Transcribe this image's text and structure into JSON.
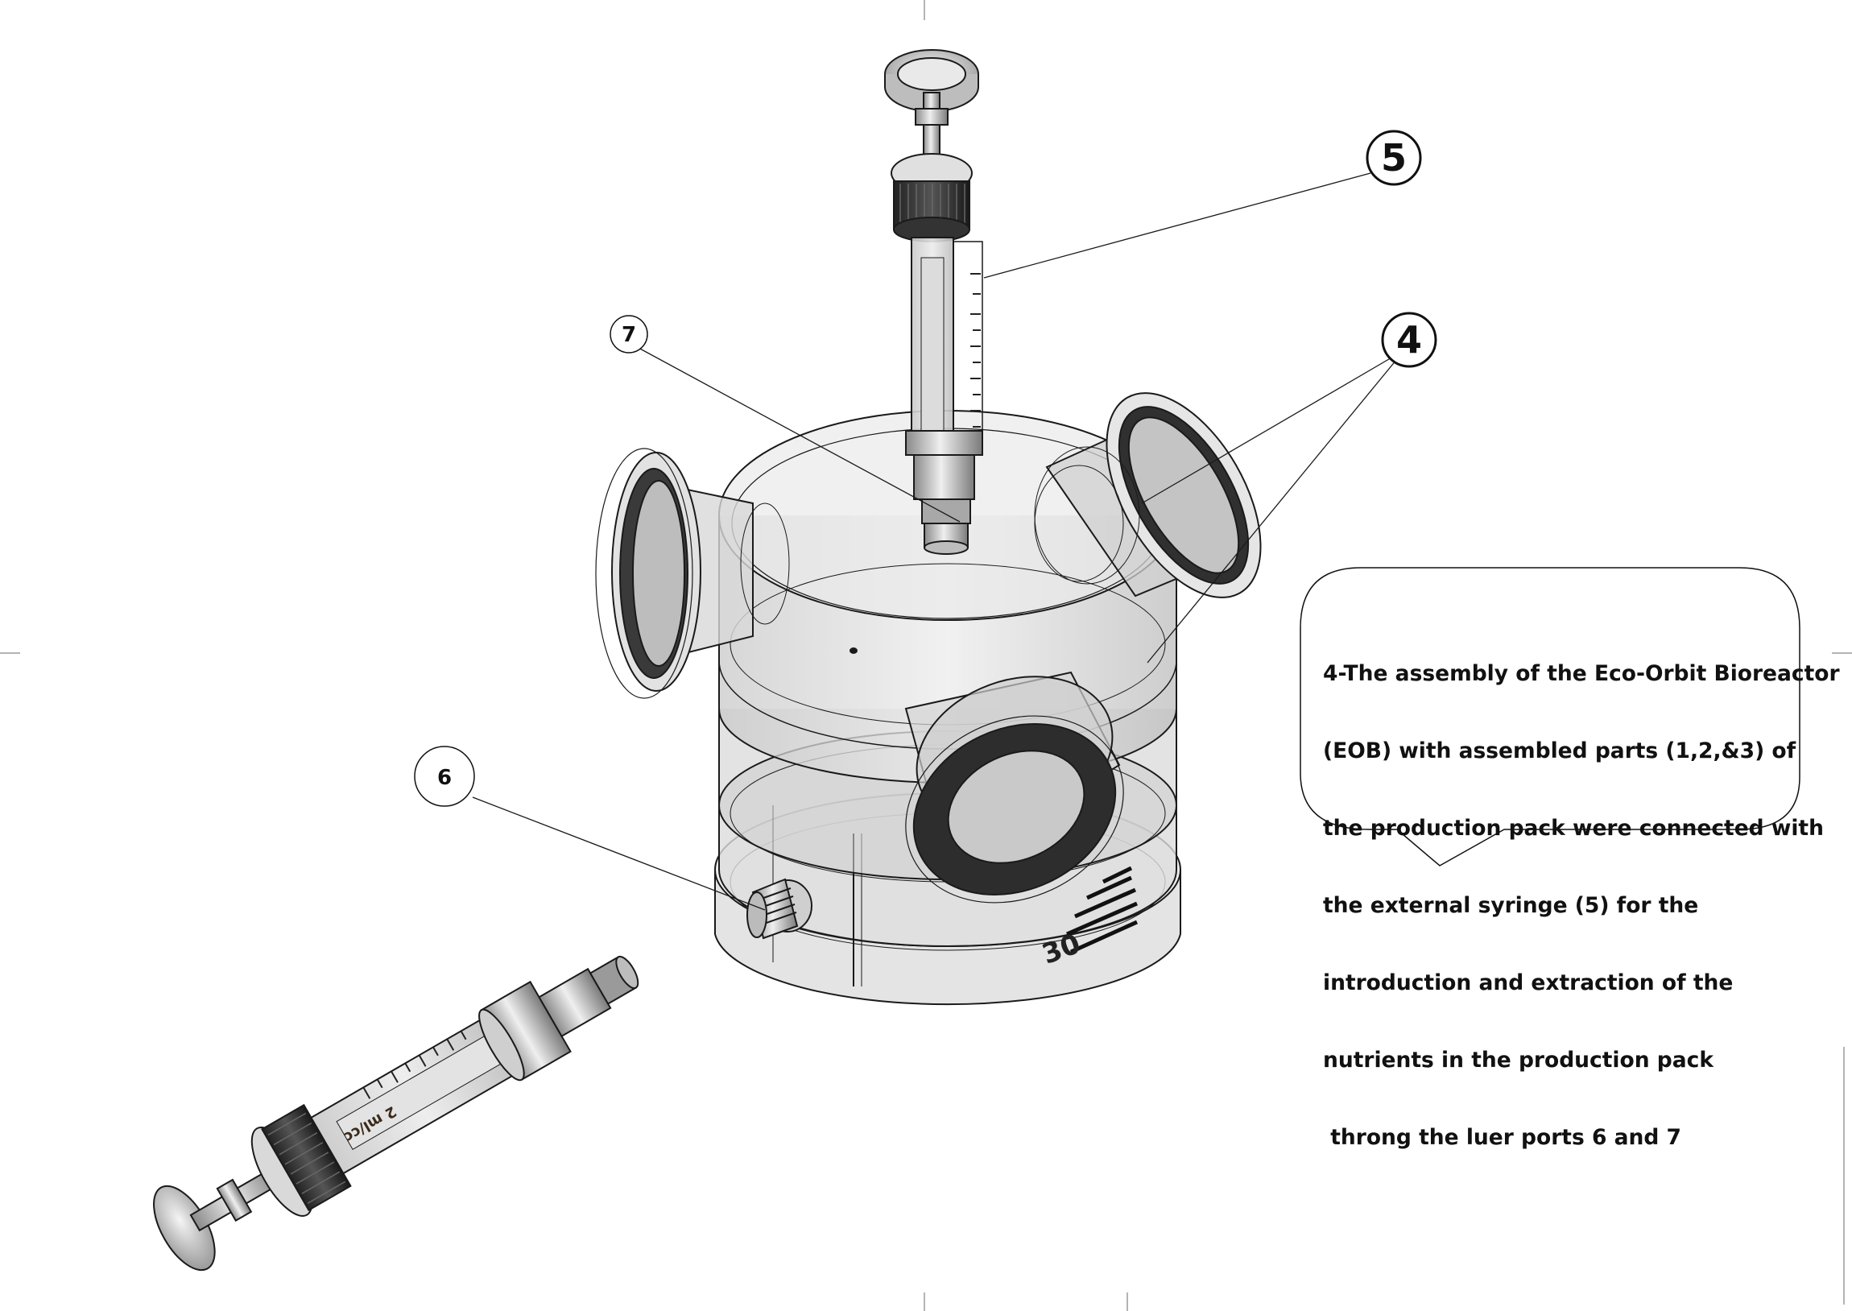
{
  "balloons": {
    "b4": "4",
    "b5": "5",
    "b6": "6",
    "b7": "7"
  },
  "annotation": {
    "lines": [
      "4-The assembly of the Eco-Orbit Bioreactor",
      "(EOB) with assembled parts (1,2,&3) of",
      "the production pack were connected with",
      "the external syringe (5) for the",
      "introduction and extraction of the",
      "nutrients in the production pack",
      " throng the luer ports 6 and 7"
    ]
  },
  "labels": {
    "base_scale": "30",
    "syringe_scale": "2 ml/cc"
  },
  "colors": {
    "line": "#1a1a1a",
    "glass": "#d9d9d9",
    "dark_ring": "#2b2b2b"
  }
}
